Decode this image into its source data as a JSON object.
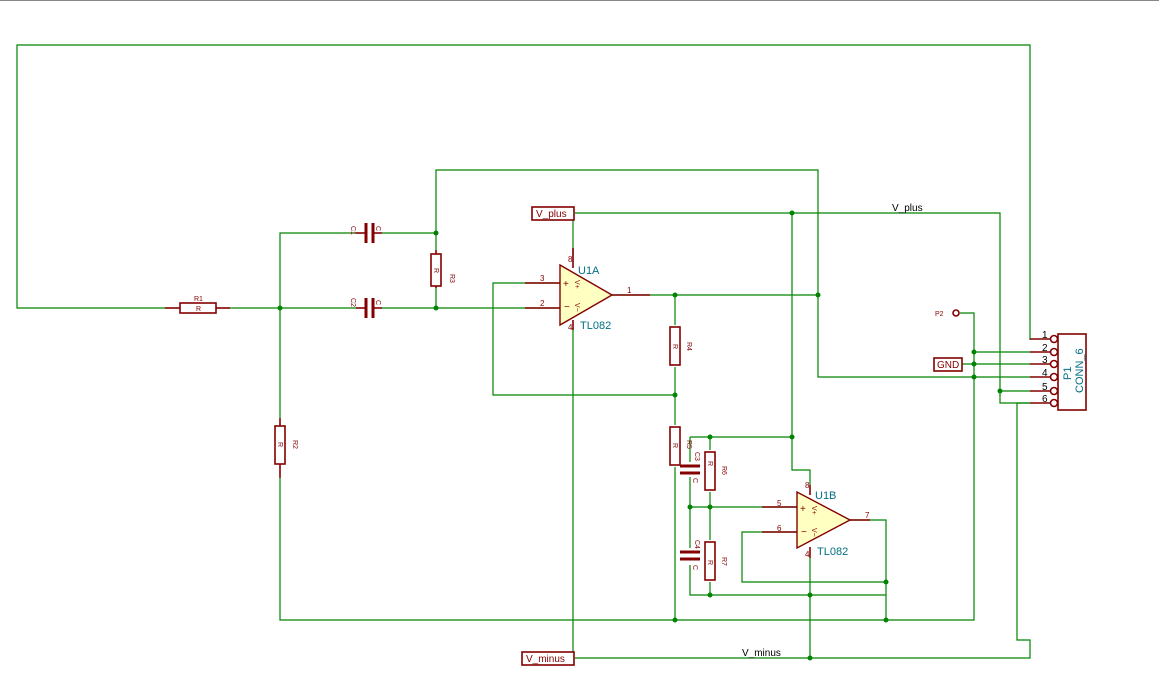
{
  "components": {
    "R1": {
      "ref": "R1",
      "value": "R"
    },
    "R2": {
      "ref": "R2",
      "value": "R"
    },
    "R3": {
      "ref": "R3",
      "value": "R"
    },
    "R4": {
      "ref": "R4",
      "value": "R"
    },
    "R5": {
      "ref": "R5",
      "value": "R"
    },
    "R6": {
      "ref": "R6",
      "value": "R"
    },
    "R7": {
      "ref": "R7",
      "value": "R"
    },
    "C1": {
      "ref": "C1",
      "value": "C"
    },
    "C2": {
      "ref": "C2",
      "value": "C"
    },
    "C3": {
      "ref": "C3",
      "value": "C"
    },
    "C4": {
      "ref": "C4",
      "value": "C"
    },
    "U1A": {
      "ref": "U1A",
      "value": "TL082",
      "pins": {
        "plus": "3",
        "minus": "2",
        "out": "1",
        "vplus": "8",
        "vminus": "4"
      }
    },
    "U1B": {
      "ref": "U1B",
      "value": "TL082",
      "pins": {
        "plus": "5",
        "minus": "6",
        "out": "7",
        "vplus": "8",
        "vminus": "4"
      }
    },
    "P1": {
      "ref": "P1",
      "value": "CONN_6",
      "pins": [
        "1",
        "2",
        "3",
        "4",
        "5",
        "6"
      ]
    },
    "P2": {
      "ref": "P2"
    }
  },
  "labels": {
    "v_plus_global": "V_plus",
    "v_minus_global": "V_minus",
    "gnd_global": "GND",
    "v_plus_net": "V_plus",
    "v_minus_net": "V_minus",
    "opamp_plus": "+",
    "opamp_minus": "−",
    "opamp_vplus": "V+",
    "opamp_vminus": "V−"
  },
  "colors": {
    "wire": "#008400",
    "component": "#840000",
    "reference": "#006f84",
    "opamp_fill": "#ffffc2"
  }
}
